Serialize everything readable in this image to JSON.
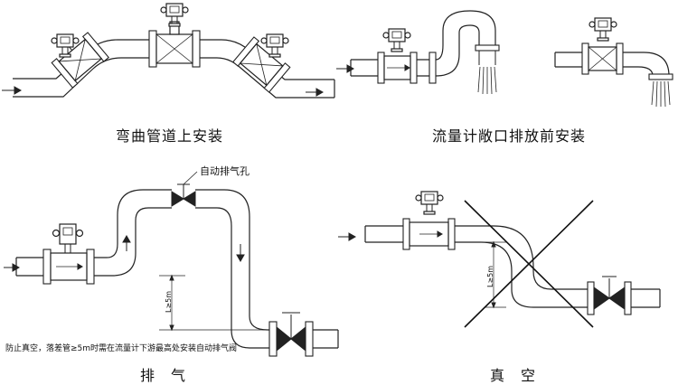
{
  "diagram": {
    "captions": {
      "bend_install": "弯曲管道上安装",
      "open_discharge": "流量计敞口排放前安装",
      "exhaust": "排　气",
      "vacuum": "真　空"
    },
    "labels": {
      "auto_vent": "自动排气孔",
      "exhaust_note": "防止真空，落差管≥5m时需在流量计下游最高处安装自动排气阀",
      "height_exhaust": "L≥5m",
      "height_vacuum": "L≥5m"
    },
    "icons": {
      "flowmeter": "flowmeter-icon",
      "valve": "gate-valve-icon",
      "flow_arrow": "flow-arrow-icon",
      "cross": "cross-mark-icon"
    }
  }
}
